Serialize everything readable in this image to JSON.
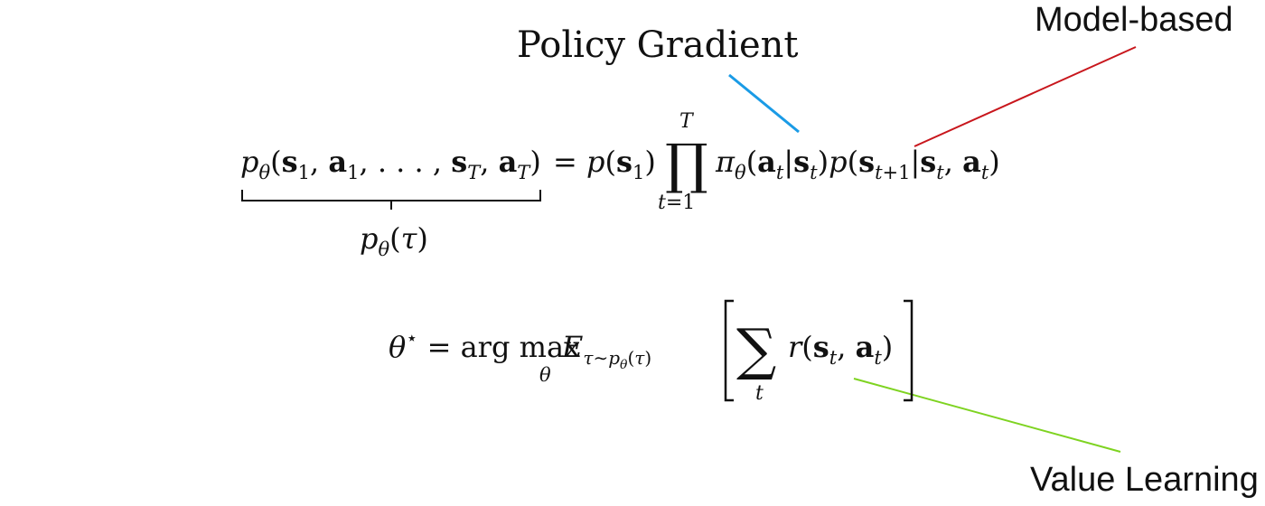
{
  "labels": {
    "policy_gradient": "Policy Gradient",
    "model_based": "Model-based",
    "value_learning": "Value Learning"
  },
  "colors": {
    "policy_gradient": "#1a9be6",
    "model_based": "#c8161c",
    "value_learning": "#7ed321",
    "text": "#111111"
  },
  "equations": {
    "trajectory_lhs": "p_θ(s_1, a_1, …, s_T, a_T)",
    "trajectory_rhs": "p(s_1) ∏_{t=1}^{T} π_θ(a_t|s_t) p(s_{t+1}|s_t, a_t)",
    "underbrace_label": "p_θ(τ)",
    "objective": "θ* = arg max_θ E_{τ∼p_θ(τ)} [ Σ_t r(s_t, a_t) ]"
  }
}
